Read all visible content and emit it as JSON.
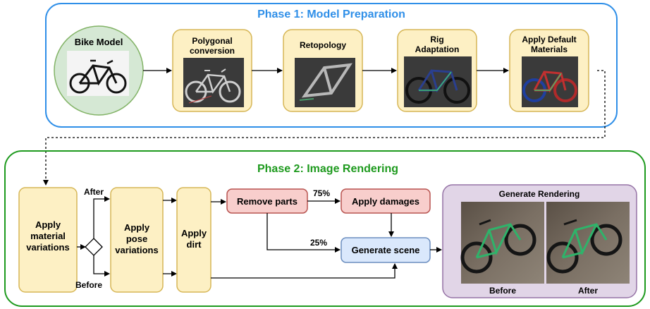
{
  "phase1": {
    "title": "Phase 1: Model Preparation",
    "color": "#2f8fe8",
    "steps": {
      "bike_model": "Bike Model",
      "polygonal_1": "Polygonal",
      "polygonal_2": "conversion",
      "retopology": "Retopology",
      "rig_1": "Rig",
      "rig_2": "Adaptation",
      "materials_1": "Apply Default",
      "materials_2": "Materials"
    }
  },
  "phase2": {
    "title": "Phase 2: Image Rendering",
    "color": "#1e9a1e",
    "steps": {
      "material_1": "Apply",
      "material_2": "material",
      "material_3": "variations",
      "pose_1": "Apply",
      "pose_2": "pose",
      "pose_3": "variations",
      "dirt_1": "Apply",
      "dirt_2": "dirt",
      "remove_parts": "Remove parts",
      "apply_damages": "Apply damages",
      "generate_scene": "Generate scene",
      "generate_rendering": "Generate Rendering"
    },
    "branch_labels": {
      "after": "After",
      "before": "Before",
      "pct_75": "75%",
      "pct_25": "25%"
    },
    "render_captions": {
      "before": "Before",
      "after": "After"
    }
  },
  "colors": {
    "yellow_box": "#fdf0c4",
    "yellow_border": "#d6b656",
    "red_box": "#f8cecc",
    "red_border": "#b85450",
    "blue_box": "#dae8fc",
    "blue_border": "#6c8ebf",
    "purple_box": "#e1d5e7",
    "purple_border": "#9673a6",
    "green_circle": "#d5e8d4",
    "green_border": "#82b366"
  }
}
